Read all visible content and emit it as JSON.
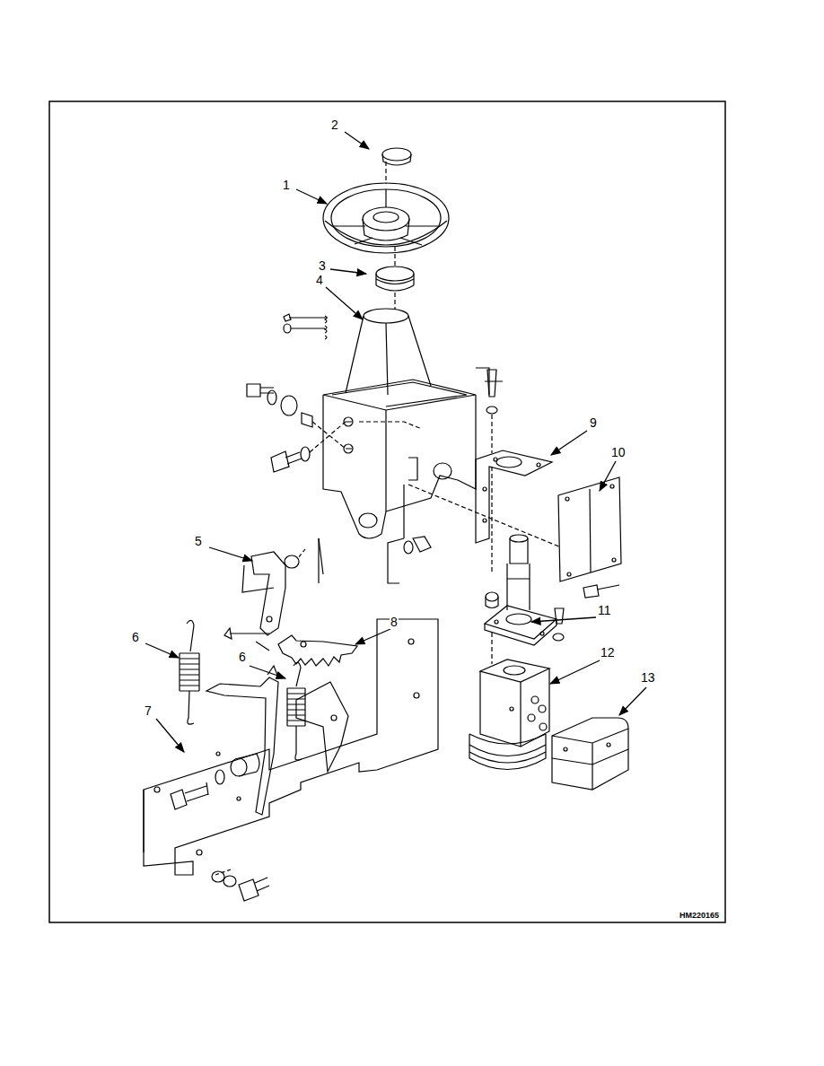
{
  "diagram": {
    "labels": [
      "2",
      "1",
      "3",
      "4",
      "9",
      "10",
      "5",
      "8",
      "6",
      "6",
      "11",
      "12",
      "7",
      "13",
      "HM220165"
    ]
  }
}
